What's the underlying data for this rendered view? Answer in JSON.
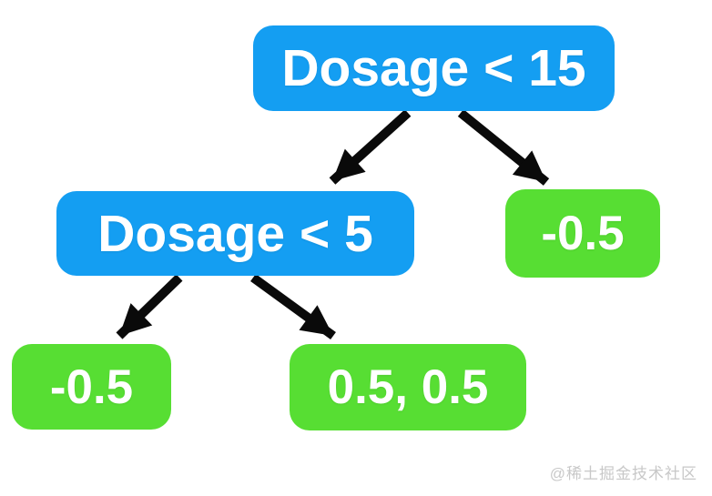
{
  "diagram": {
    "type": "decision-tree",
    "nodes": {
      "root": {
        "id": "root",
        "label": "Dosage < 15",
        "kind": "decision"
      },
      "dosage5": {
        "id": "dosage5",
        "label": "Dosage < 5",
        "kind": "decision"
      },
      "leaf_right": {
        "id": "leaf_right",
        "label": "-0.5",
        "kind": "leaf"
      },
      "leaf_left": {
        "id": "leaf_left",
        "label": "-0.5",
        "kind": "leaf"
      },
      "leaf_mid": {
        "id": "leaf_mid",
        "label": "0.5, 0.5",
        "kind": "leaf"
      }
    },
    "edges": [
      {
        "from": "root",
        "to": "dosage5"
      },
      {
        "from": "root",
        "to": "leaf_right"
      },
      {
        "from": "dosage5",
        "to": "leaf_left"
      },
      {
        "from": "dosage5",
        "to": "leaf_mid"
      }
    ],
    "colors": {
      "decision_node": "#149EF2",
      "leaf_node": "#57DE33",
      "arrow": "#0A0A0A",
      "node_text": "#FFFFFF"
    }
  },
  "watermark": {
    "text": "@稀土掘金技术社区"
  }
}
